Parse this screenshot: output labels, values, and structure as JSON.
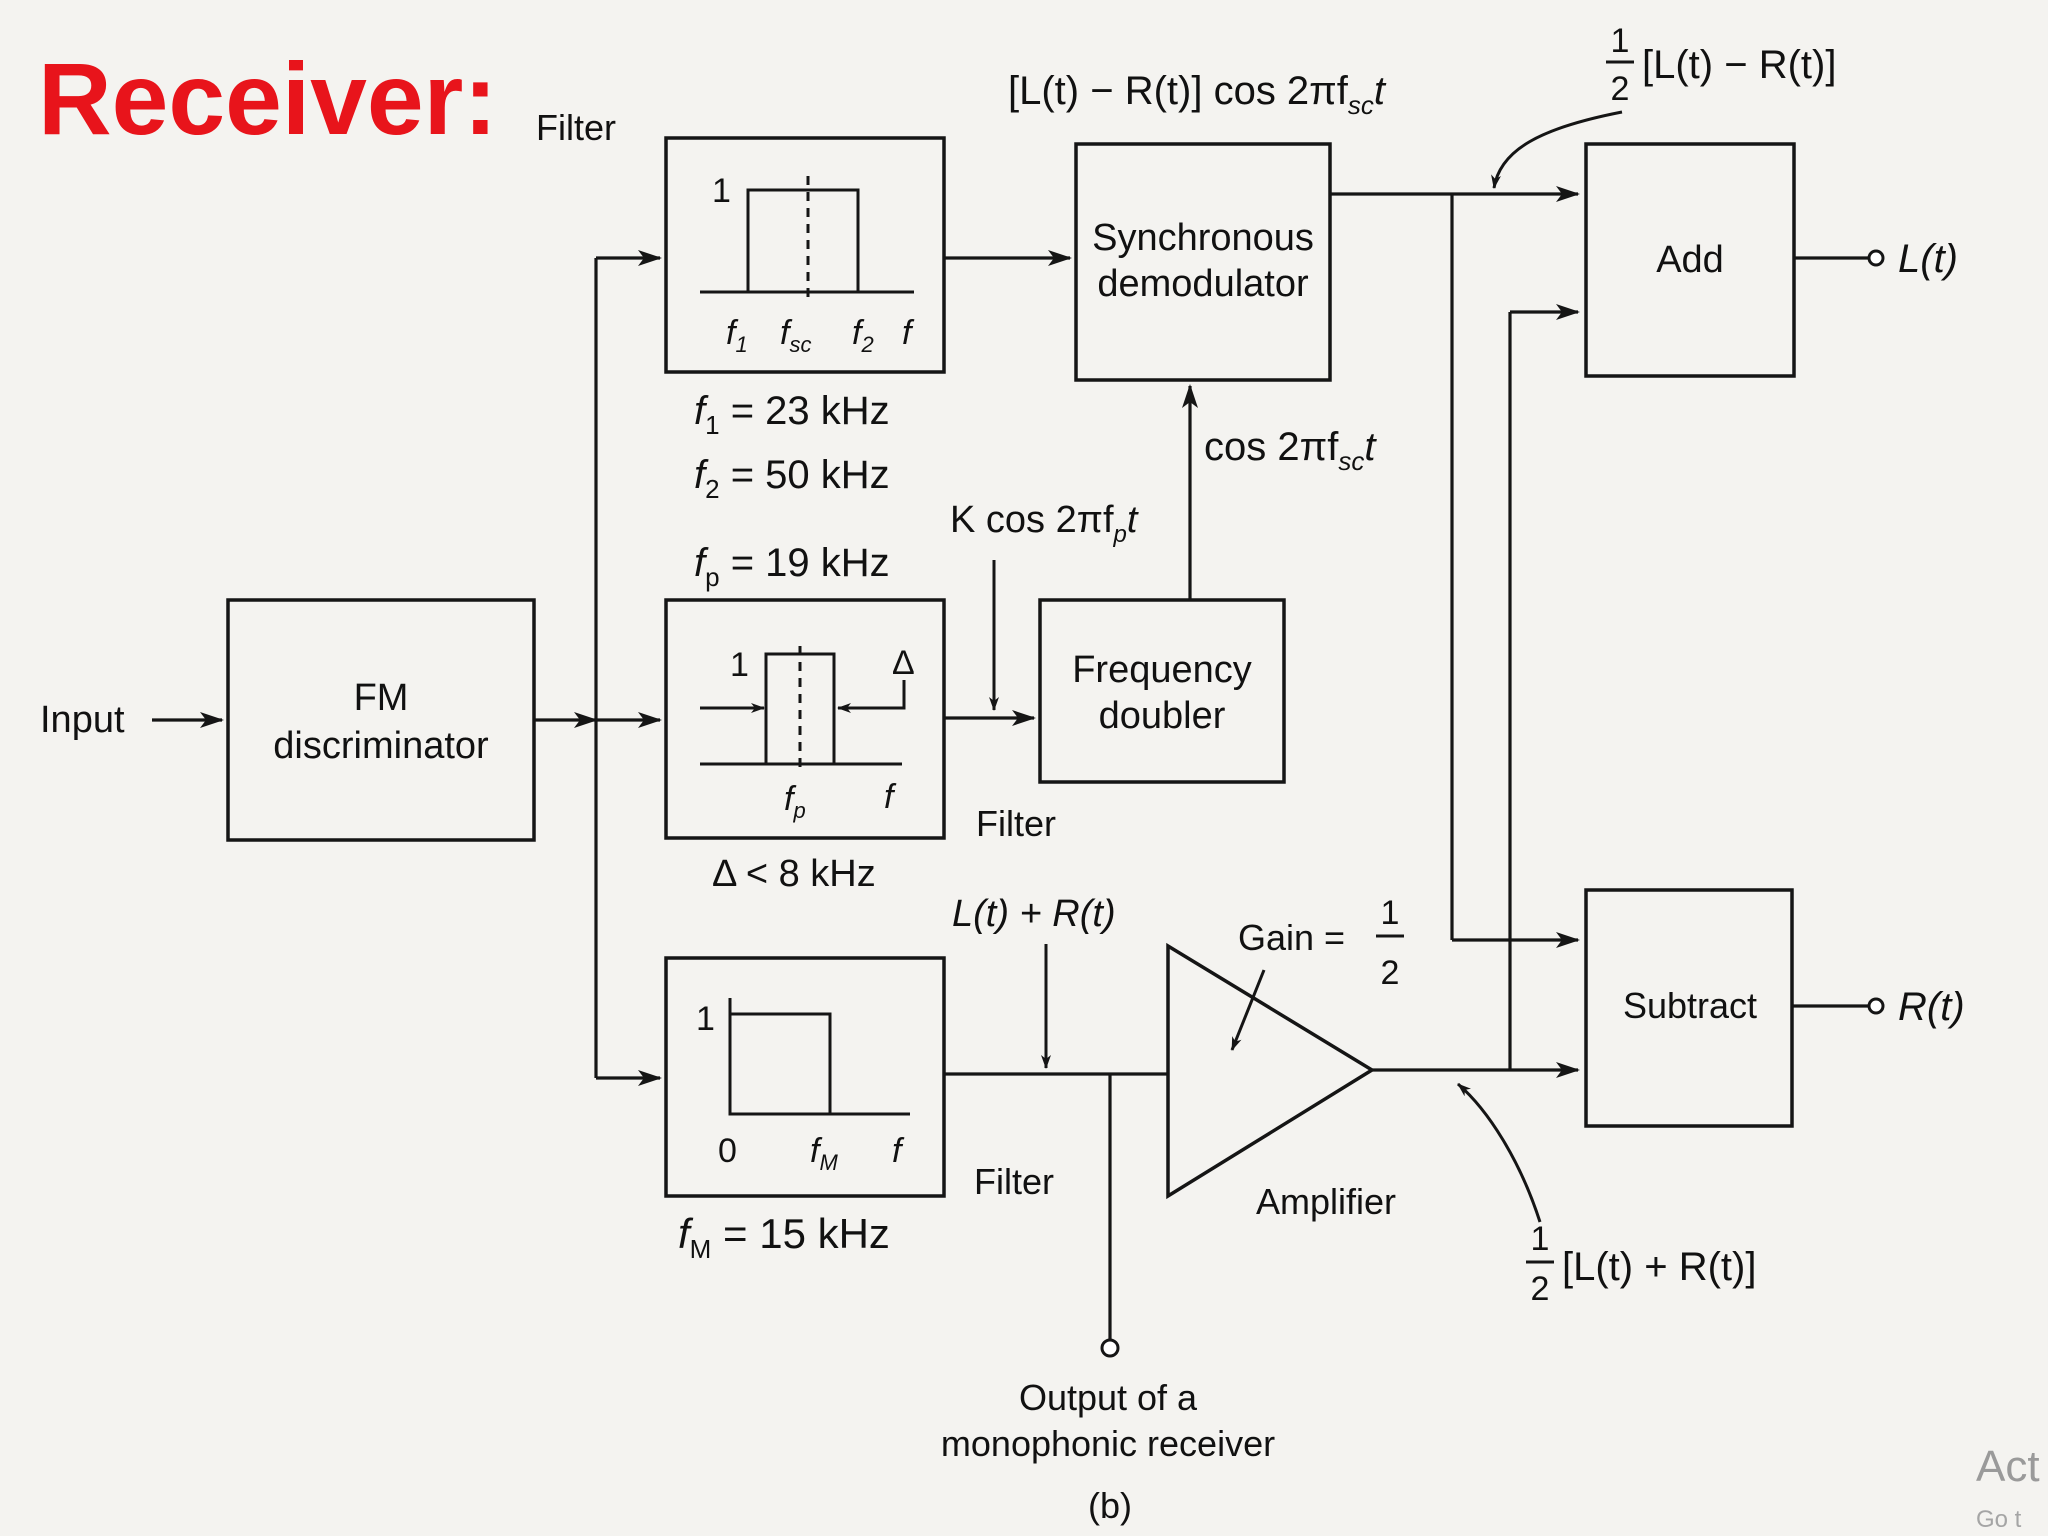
{
  "slide": {
    "title": "Receiver:",
    "title_color": "#e8141b"
  },
  "blocks": {
    "fm_discriminator": [
      "FM",
      "discriminator"
    ],
    "sync_demod": [
      "Synchronous",
      "demodulator"
    ],
    "freq_doubler": [
      "Frequency",
      "doubler"
    ],
    "add": "Add",
    "subtract": "Subtract",
    "amplifier": "Amplifier"
  },
  "labels": {
    "input": "Input",
    "filter": "Filter",
    "l_t": "L(t)",
    "r_t": "R(t)",
    "diff_mod": "[L(t) − R(t)] cos 2πf",
    "diff_mod_sub": "sc",
    "diff_mod_t": "t",
    "half_diff": "[L(t) − R(t)]",
    "half_sum": "[L(t) + R(t)]",
    "half_num": "1",
    "half_den": "2",
    "cos_fsc": "cos 2πf",
    "cos_fsc_sub": "sc",
    "cos_fsc_t": "t",
    "k_cos_fp": "K cos 2πf",
    "k_cos_fp_sub": "p",
    "k_cos_fp_t": "t",
    "sum_signal": "L(t) + R(t)",
    "gain": "Gain =",
    "output_mono": [
      "Output of a",
      "monophonic receiver"
    ],
    "figure_tag": "(b)"
  },
  "filters": {
    "bandpass": {
      "one": "1",
      "f1": "f",
      "f1_sub": "1",
      "fsc": "f",
      "fsc_sub": "sc",
      "f2": "f",
      "f2_sub": "2",
      "f": "f",
      "specs": [
        {
          "sym": "f",
          "sub": "1",
          "val": " = 23 kHz"
        },
        {
          "sym": "f",
          "sub": "2",
          "val": " = 50 kHz"
        }
      ]
    },
    "pilot": {
      "one": "1",
      "delta": "Δ",
      "fp": "f",
      "fp_sub": "p",
      "f": "f",
      "spec_top": {
        "sym": "f",
        "sub": "p",
        "val": " = 19 kHz"
      },
      "spec_bottom": "Δ < 8 kHz"
    },
    "lowpass": {
      "one": "1",
      "zero": "0",
      "fm": "f",
      "fm_sub": "M",
      "f": "f",
      "spec": {
        "sym": "f",
        "sub": "M",
        "val": " = 15 kHz"
      }
    }
  },
  "watermark": [
    "Act",
    "Go t"
  ]
}
